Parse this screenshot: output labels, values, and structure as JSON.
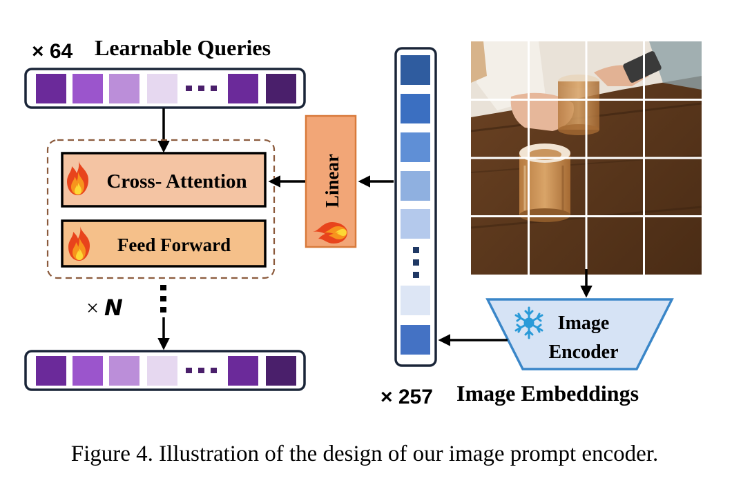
{
  "colors": {
    "outline": "#1a2538",
    "purple_tokens": [
      "#6b2a9a",
      "#9b55cc",
      "#bb8ed9",
      "#e6d8f0",
      "#6b2a9a",
      "#4a1f6b"
    ],
    "blue_tokens": [
      "#2f5c9f",
      "#3b6fc1",
      "#5f8fd6",
      "#8fb0e0",
      "#b4c9ec",
      "#dde6f5",
      "#4472c4"
    ],
    "attention_fill": "#f4c4a3",
    "feed_forward_fill": "#f5c08a",
    "linear_fill": "#f2a677",
    "linear_border": "#d87a3b",
    "encoder_fill": "#d6e3f5",
    "encoder_border": "#3a86c8",
    "snowflake": "#2a9ad8",
    "dashed_border": "#8b5a3c"
  },
  "icons": {
    "attention": "fire-icon",
    "feed_forward": "fire-icon",
    "linear": "fire-icon",
    "encoder": "snowflake-icon"
  },
  "queries": {
    "count": "× 64",
    "label": "Learnable Queries"
  },
  "blocks": {
    "cross_attention": "Cross- Attention",
    "feed_forward": "Feed Forward",
    "repeat": "× ",
    "repeat_var": "N"
  },
  "linear": {
    "label": "Linear"
  },
  "encoder": {
    "line1": "Image",
    "line2": "Encoder"
  },
  "embeddings": {
    "count": "× 257",
    "label": "Image Embeddings"
  },
  "photo": {
    "grid_rows": 4,
    "grid_cols": 4
  },
  "caption": "Figure 4. Illustration of the design of our image prompt encoder."
}
